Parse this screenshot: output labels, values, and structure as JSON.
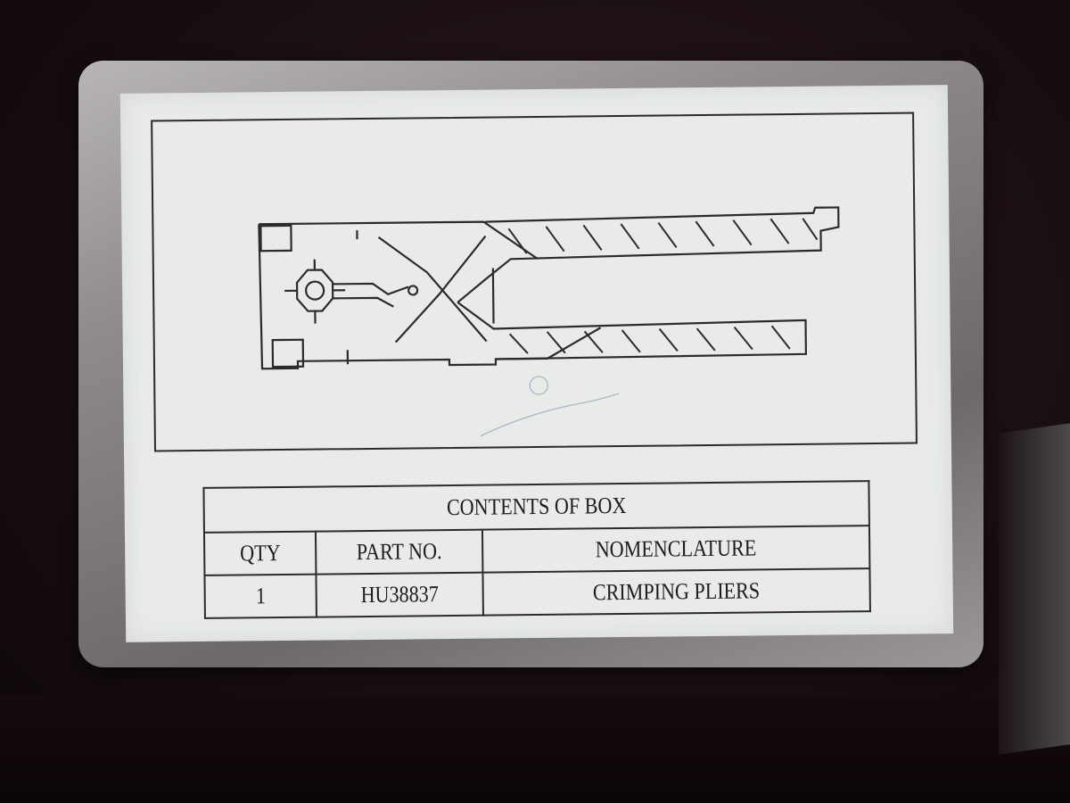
{
  "table": {
    "title": "CONTENTS OF BOX",
    "headers": {
      "qty": "QTY",
      "part_no": "PART NO.",
      "nomenclature": "NOMENCLATURE"
    },
    "rows": [
      {
        "qty": "1",
        "part_no": "HU38837",
        "nomenclature": "CRIMPING PLIERS"
      }
    ]
  },
  "colors": {
    "paper": "#e8ebe8",
    "ink": "#2b2b2b",
    "box_interior": "#1a0f12"
  }
}
